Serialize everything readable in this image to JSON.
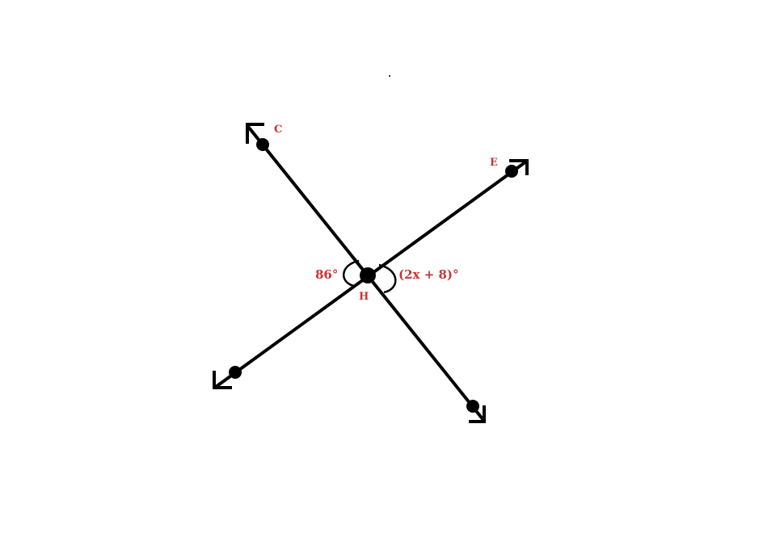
{
  "labels": {
    "point_c": "C",
    "point_e": "E",
    "point_h": "H",
    "angle_left": "86°",
    "angle_right": "(2x + 8)°"
  },
  "colors": {
    "line": "#000000",
    "label": "#cc3333",
    "background": "#ffffff"
  }
}
